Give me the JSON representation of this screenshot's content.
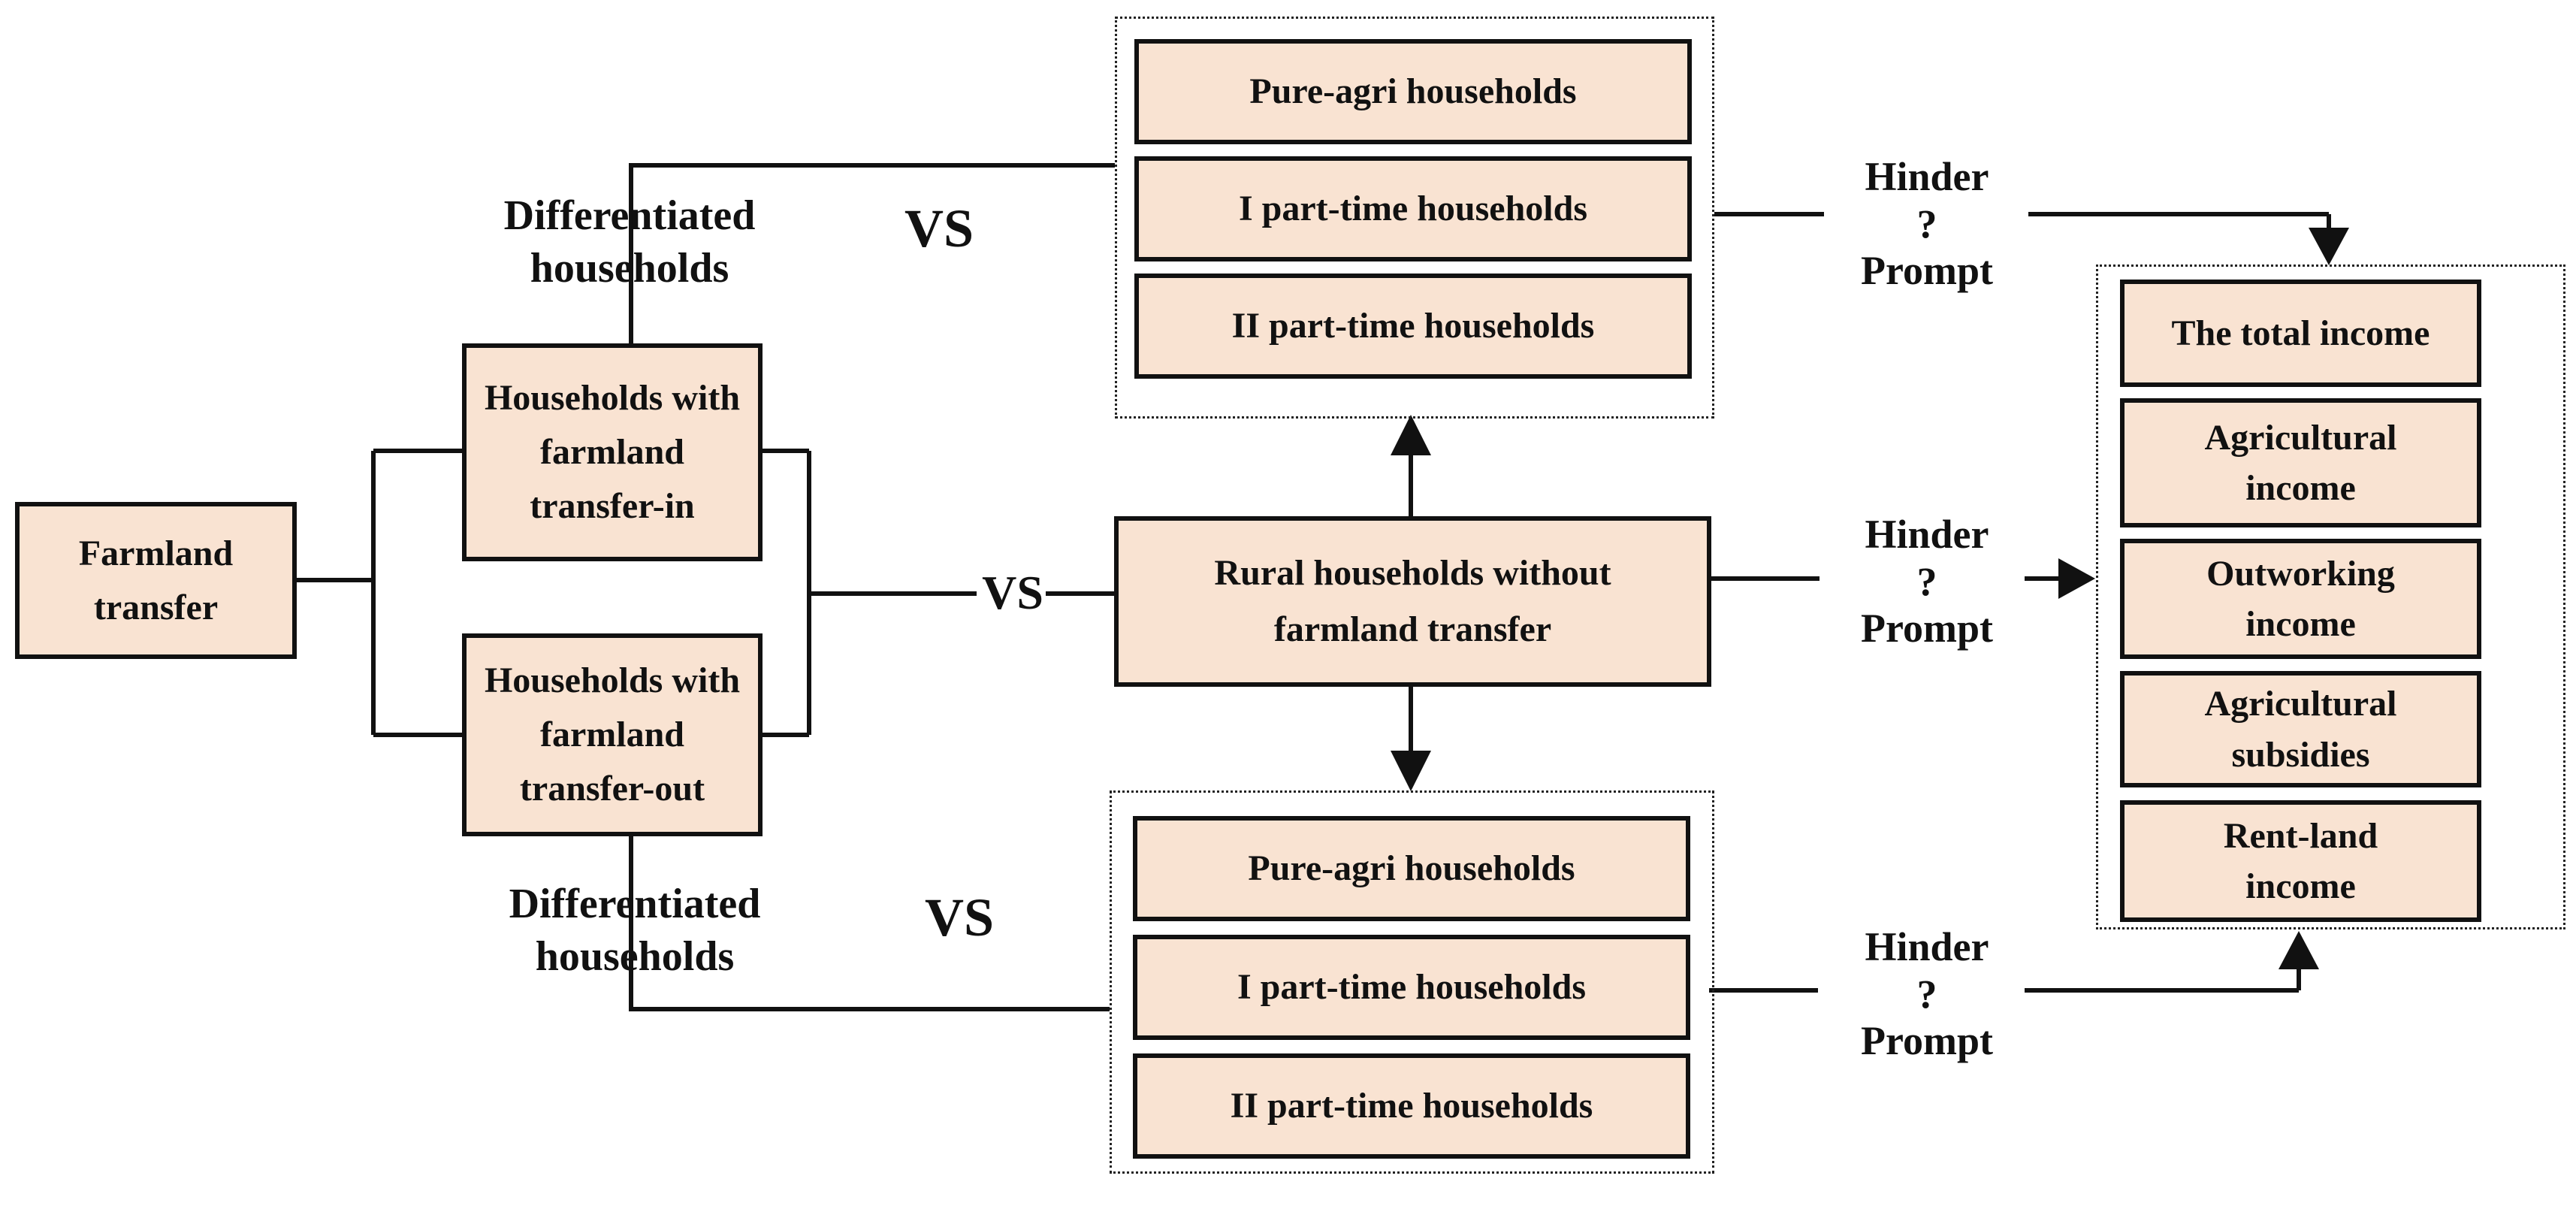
{
  "diagram": {
    "nodes": {
      "farmland": "Farmland\ntransfer",
      "transfer_in": "Households with\nfarmland\ntransfer-in",
      "transfer_out": "Households with\nfarmland\ntransfer-out",
      "no_transfer": "Rural households without\nfarmland transfer"
    },
    "labels": {
      "differentiated_top": "Differentiated\nhouseholds",
      "differentiated_bottom": "Differentiated\nhouseholds",
      "vs_top": "VS",
      "vs_middle": "VS",
      "vs_bottom": "VS",
      "hinder_prompt_top": "Hinder\n?\nPrompt",
      "hinder_prompt_middle": "Hinder\n?\nPrompt",
      "hinder_prompt_bottom": "Hinder\n?\nPrompt"
    },
    "household_types_top": [
      "Pure-agri households",
      "I part-time households",
      "II part-time households"
    ],
    "household_types_bottom": [
      "Pure-agri households",
      "I part-time households",
      "II part-time households"
    ],
    "income_components": [
      "The total income",
      "Agricultural\nincome",
      "Outworking\nincome",
      "Agricultural\nsubsidies",
      "Rent-land\nincome"
    ],
    "colors": {
      "box_fill": "#f9e3d2",
      "box_border": "#111111",
      "connector_line": "#111111",
      "dotted_border": "#222222",
      "background": "#ffffff"
    }
  }
}
